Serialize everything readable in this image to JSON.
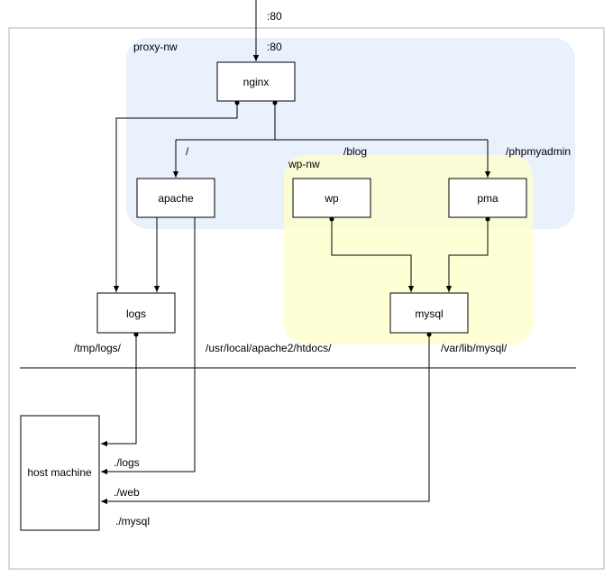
{
  "colors": {
    "proxy_network": "#dae8fc",
    "wp_network": "#ffffcc",
    "frame": "#b3b3b3",
    "stroke": "#000000",
    "node_fill": "#ffffff"
  },
  "networks": {
    "proxy": "proxy-nw",
    "wp": "wp-nw"
  },
  "nodes": {
    "nginx": "nginx",
    "apache": "apache",
    "wp": "wp",
    "pma": "pma",
    "logs": "logs",
    "mysql": "mysql",
    "host": "host machine"
  },
  "labels": {
    "port_external": ":80",
    "port_internal": ":80",
    "route_root": "/",
    "route_blog": "/blog",
    "route_pma": "/phpmyadmin",
    "path_logs": "/tmp/logs/",
    "path_htdocs": "/usr/local/apache2/htdocs/",
    "path_mysql": "/var/lib/mysql/",
    "host_logs": "./logs",
    "host_web": "./web",
    "host_mysql": "./mysql"
  }
}
